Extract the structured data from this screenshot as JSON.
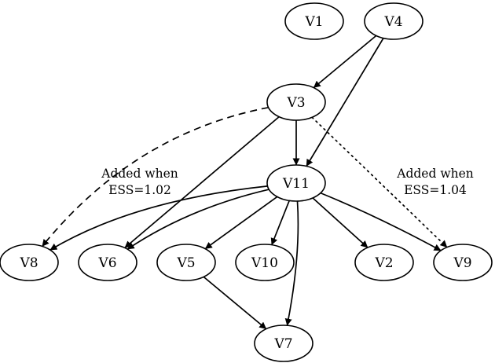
{
  "nodes": [
    {
      "id": "V1",
      "label": "V1"
    },
    {
      "id": "V4",
      "label": "V4"
    },
    {
      "id": "V3",
      "label": "V3"
    },
    {
      "id": "V11",
      "label": "V11"
    },
    {
      "id": "V8",
      "label": "V8"
    },
    {
      "id": "V6",
      "label": "V6"
    },
    {
      "id": "V5",
      "label": "V5"
    },
    {
      "id": "V10",
      "label": "V10"
    },
    {
      "id": "V2",
      "label": "V2"
    },
    {
      "id": "V9",
      "label": "V9"
    },
    {
      "id": "V7",
      "label": "V7"
    }
  ],
  "edges": [
    {
      "from": "V4",
      "to": "V3",
      "style": "solid"
    },
    {
      "from": "V4",
      "to": "V11",
      "style": "solid"
    },
    {
      "from": "V3",
      "to": "V11",
      "style": "solid"
    },
    {
      "from": "V3",
      "to": "V6",
      "style": "solid"
    },
    {
      "from": "V3",
      "to": "V8",
      "style": "dashed"
    },
    {
      "from": "V3",
      "to": "V9",
      "style": "dotted"
    },
    {
      "from": "V11",
      "to": "V8",
      "style": "solid"
    },
    {
      "from": "V11",
      "to": "V6",
      "style": "solid"
    },
    {
      "from": "V11",
      "to": "V5",
      "style": "solid"
    },
    {
      "from": "V11",
      "to": "V10",
      "style": "solid"
    },
    {
      "from": "V11",
      "to": "V7",
      "style": "solid"
    },
    {
      "from": "V11",
      "to": "V2",
      "style": "solid"
    },
    {
      "from": "V11",
      "to": "V9",
      "style": "solid"
    },
    {
      "from": "V5",
      "to": "V7",
      "style": "solid"
    }
  ],
  "annotations": {
    "left": {
      "line1": "Added when",
      "line2": "ESS=1.02"
    },
    "right": {
      "line1": "Added when",
      "line2": "ESS=1.04"
    }
  }
}
